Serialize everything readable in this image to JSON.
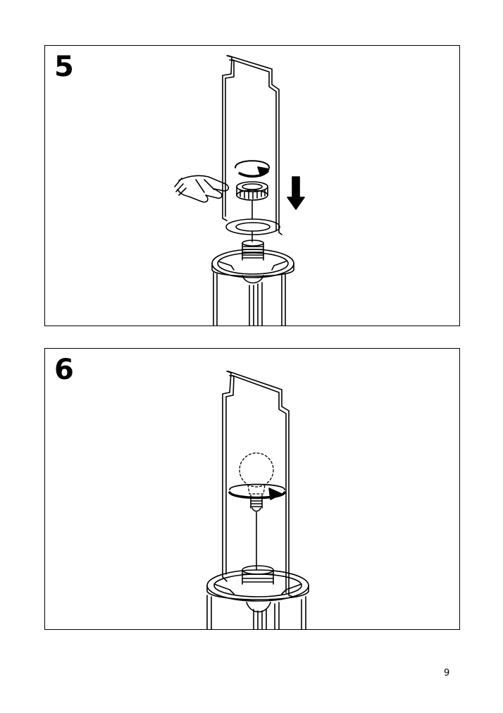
{
  "page": {
    "number": "9"
  },
  "steps": [
    {
      "number": "5",
      "illustration": "lamp-shade-ring-nut-tightening"
    },
    {
      "number": "6",
      "illustration": "light-bulb-screw-in"
    }
  ]
}
